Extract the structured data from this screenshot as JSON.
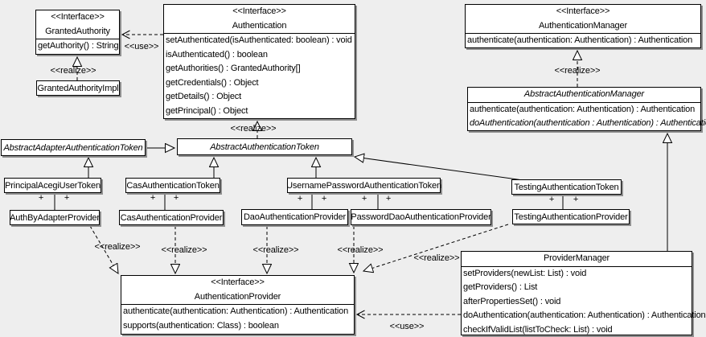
{
  "colors": {
    "background": "#eeeeee",
    "box_fill": "#ffffff",
    "line": "#000000",
    "shadow": "#8f8f8f"
  },
  "edge_labels": {
    "use": "<<use>>",
    "realize": "<<realize>>",
    "plus": "+"
  },
  "classes": {
    "granted_authority": {
      "stereotype": "<<Interface>>",
      "name": "GrantedAuthority",
      "methods": [
        "getAuthority() : String"
      ]
    },
    "granted_authority_impl": {
      "name": "GrantedAuthorityImpl"
    },
    "authentication": {
      "stereotype": "<<Interface>>",
      "name": "Authentication",
      "methods": [
        "setAuthenticated(isAuthenticated: boolean) : void",
        "isAuthenticated() : boolean",
        "getAuthorities() : GrantedAuthority[]",
        "getCredentials() : Object",
        "getDetails() : Object",
        "getPrincipal() : Object"
      ]
    },
    "authentication_manager": {
      "stereotype": "<<Interface>>",
      "name": "AuthenticationManager",
      "methods": [
        "authenticate(authentication: Authentication) : Authentication"
      ]
    },
    "abstract_authentication_manager": {
      "name": "AbstractAuthenticationManager",
      "methods": [
        "authenticate(authentication: Authentication) : Authentication",
        "doAuthentication(authentication : Authentication) : Authentication"
      ]
    },
    "abstract_adapter_authentication_token": {
      "name": "AbstractAdapterAuthenticationToken"
    },
    "abstract_authentication_token": {
      "name": "AbstractAuthenticationToken"
    },
    "principal_acegi_user_token": {
      "name": "PrincipalAcegiUserToken"
    },
    "cas_authentication_token": {
      "name": "CasAuthenticationToken"
    },
    "username_password_authentication_token": {
      "name": "UsernamePasswordAuthenticationToken"
    },
    "testing_authentication_token": {
      "name": "TestingAuthenticationToken"
    },
    "auth_by_adapter_provider": {
      "name": "AuthByAdapterProvider"
    },
    "cas_authentication_provider": {
      "name": "CasAuthenticationProvider"
    },
    "dao_authentication_provider": {
      "name": "DaoAuthenticationProvider"
    },
    "password_dao_authentication_provider": {
      "name": "PasswordDaoAuthenticationProvider"
    },
    "testing_authentication_provider": {
      "name": "TestingAuthenticationProvider"
    },
    "provider_manager": {
      "name": "ProviderManager",
      "methods": [
        "setProviders(newList: List) : void",
        "getProviders() : List",
        "afterPropertiesSet() : void",
        "doAuthentication(authentication: Authentication) : Authentication",
        "checkIfValidList(listToCheck: List) : void"
      ]
    },
    "authentication_provider": {
      "stereotype": "<<Interface>>",
      "name": "AuthenticationProvider",
      "methods": [
        "authenticate(authentication: Authentication) : Authentication",
        "supports(authentication: Class) : boolean"
      ]
    }
  }
}
